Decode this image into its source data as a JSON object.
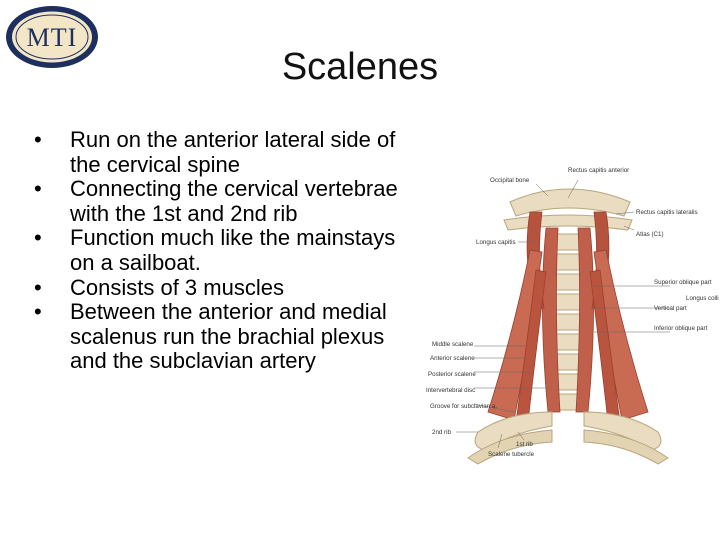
{
  "logo": {
    "text": "MTI",
    "ring_color": "#1d2f5e",
    "fill_color": "#f3e6c7",
    "text_color": "#1d2f5e"
  },
  "slide": {
    "title": "Scalenes",
    "bullet_glyph": "•",
    "bullets": [
      "Run on the anterior lateral side of the cervical spine",
      "Connecting the cervical vertebrae with the 1st and 2nd rib",
      "Function much like the mainstays on a sailboat.",
      "Consists of 3 muscles",
      "Between the anterior and medial scalenus run the brachial plexus and the subclavian artery"
    ]
  },
  "figure": {
    "labels": {
      "rectus_capitis_anterior": "Rectus capitis anterior",
      "occipital_bone": "Occipital bone",
      "rectus_capitis_lateralis": "Rectus capitis lateralis",
      "atlas": "Atlas (C1)",
      "longus_capitis": "Longus capitis",
      "superior_oblique_part": "Superior oblique part",
      "vertical_part": "Vertical part",
      "longus_colli": "Longus colli",
      "inferior_oblique_part": "Inferior oblique part",
      "middle_scalene": "Middle scalene",
      "anterior_scalene": "Anterior scalene",
      "posterior_scalene": "Posterior scalene",
      "intervertebral_disc": "Intervertebral disc",
      "groove_subclavian": "Groove for subclavian a.",
      "second_rib": "2nd rib",
      "first_rib": "1st rib",
      "scalene_tubercle": "Scalene tubercle"
    },
    "colors": {
      "muscle": "#c0604a",
      "muscle_dark": "#9a3f30",
      "bone": "#e9dcc0",
      "bone_edge": "#b8a57c",
      "disc": "#d6d0c4"
    }
  }
}
